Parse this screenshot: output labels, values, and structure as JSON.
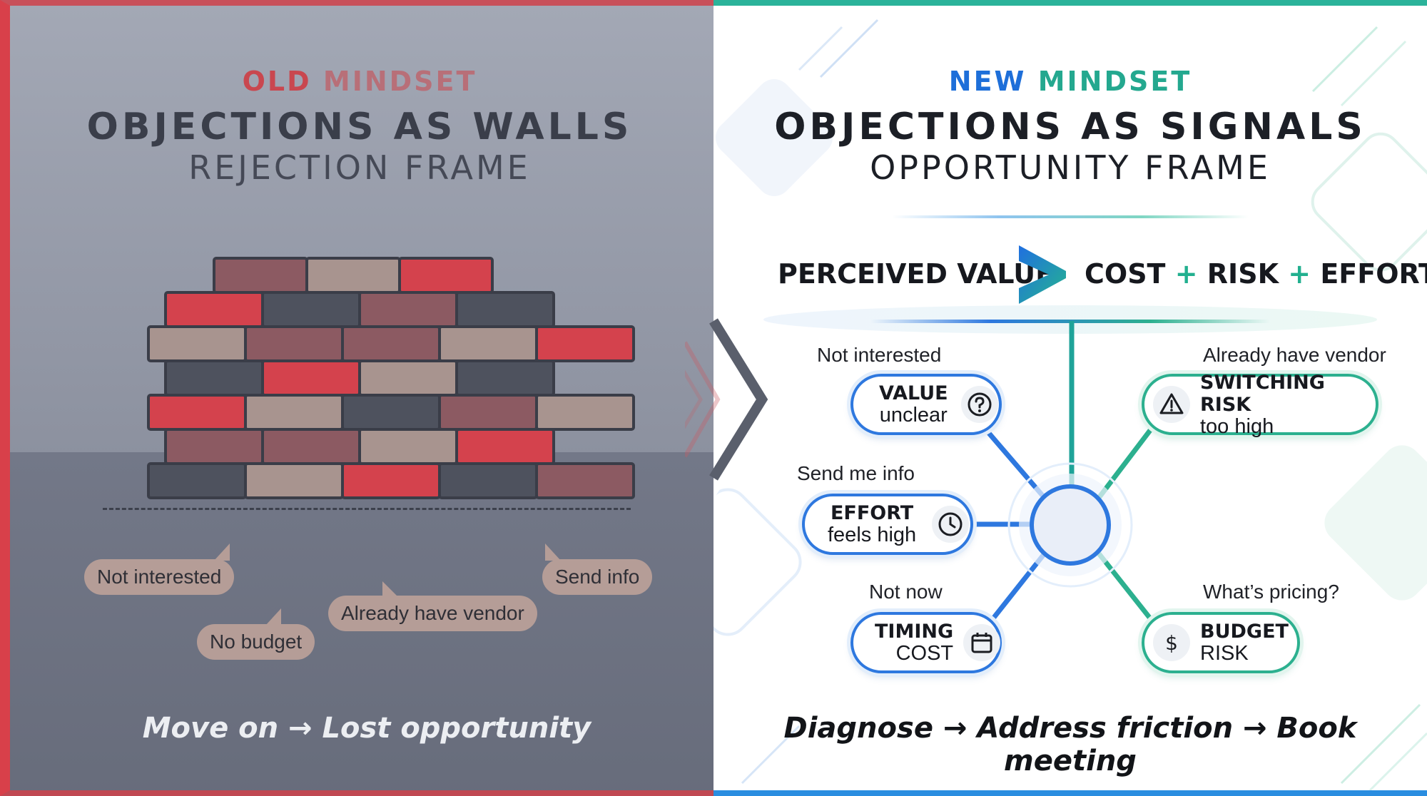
{
  "left": {
    "eyebrow_1": "OLD",
    "eyebrow_2": "MINDSET",
    "title": "OBJECTIONS AS WALLS",
    "subtitle": "REJECTION FRAME",
    "bubbles": {
      "not_interested": "Not interested",
      "send_info": "Send info",
      "already_have_vendor": "Already have vendor",
      "no_budget": "No budget"
    },
    "footer": "Move on → Lost opportunity",
    "colors": {
      "accent": "#d8404a",
      "brick_red": "#d4424d",
      "brick_maroon": "#8c5a62",
      "brick_tan": "#a8948f",
      "brick_dark": "#4e525e"
    }
  },
  "right": {
    "eyebrow_1": "NEW",
    "eyebrow_2": "MINDSET",
    "title": "OBJECTIONS AS SIGNALS",
    "subtitle": "OPPORTUNITY FRAME",
    "equation": {
      "left": "PERCEIVED VALUE",
      "term_1": "COST",
      "plus_1": "+",
      "term_2": "RISK",
      "plus_2": "+",
      "term_3": "EFFORT"
    },
    "nodes": {
      "value": {
        "label": "Not interested",
        "line1": "VALUE",
        "line2": "unclear",
        "icon": "question-icon"
      },
      "effort": {
        "label": "Send me info",
        "line1": "EFFORT",
        "line2": "feels high",
        "icon": "clock-icon"
      },
      "timing": {
        "label": "Not now",
        "line1": "TIMING",
        "line2": "COST",
        "icon": "calendar-icon"
      },
      "switching": {
        "label": "Already have vendor",
        "line1": "SWITCHING RISK",
        "line2": "too high",
        "icon": "warning-icon"
      },
      "budget": {
        "label": "What’s pricing?",
        "line1": "BUDGET",
        "line2": "RISK",
        "icon": "dollar-icon"
      }
    },
    "footer": "Diagnose → Address friction → Book meeting",
    "colors": {
      "blue": "#2e78df",
      "green": "#2cb08f"
    }
  }
}
